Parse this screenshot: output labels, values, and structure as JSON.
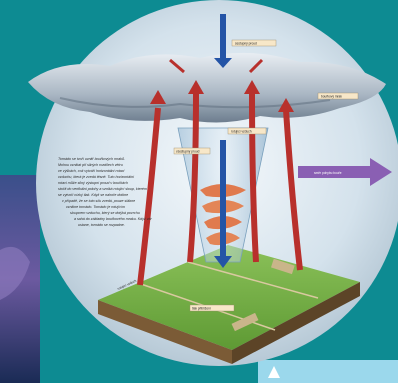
{
  "diagram": {
    "labels": {
      "top_arrow": "sestupný proud",
      "cloud": "bouřkový mrak",
      "center": "rotující vzduch",
      "updraft": "vzestupný proud",
      "wind": "směr pohybu bouře",
      "ground_1": "rotující vzduch",
      "ground_2": "tlak přiblížení"
    },
    "paragraph": [
      "Tornádo se tvoří uvnitř bouřkových mraků.",
      "Mohou vznikat při silných rozdílech větru",
      "ve výškách, což vytváří horizontální rotaci",
      "vzduchu, která je zvedá těsně. Tuto horizontální",
      "rotaci může silný výstupní proud v bouřkách",
      "stočit do vertikální polohy a vzniká rotující sloup, kterém",
      "se vytvoří nízký tlak. Když se nahoře dotkne",
      "v případě, že se tuto sílu zvedá, pouze slábne",
      "vznikne tornádo. Tornádo je rotujícím",
      "sloupcem vzduchu, který se dotýká povrchu",
      "a sahá do základny bouřkového mraku. Když vítr",
      "ustane, tornádo se rozpadne."
    ],
    "colors": {
      "background": "#0d8b92",
      "sky_circle": "#d9e6ee",
      "arrow_red": "#b8302c",
      "arrow_blue": "#2454a6",
      "wind_arrow": "#8a5fb3",
      "ground": "#6fa83e"
    }
  }
}
